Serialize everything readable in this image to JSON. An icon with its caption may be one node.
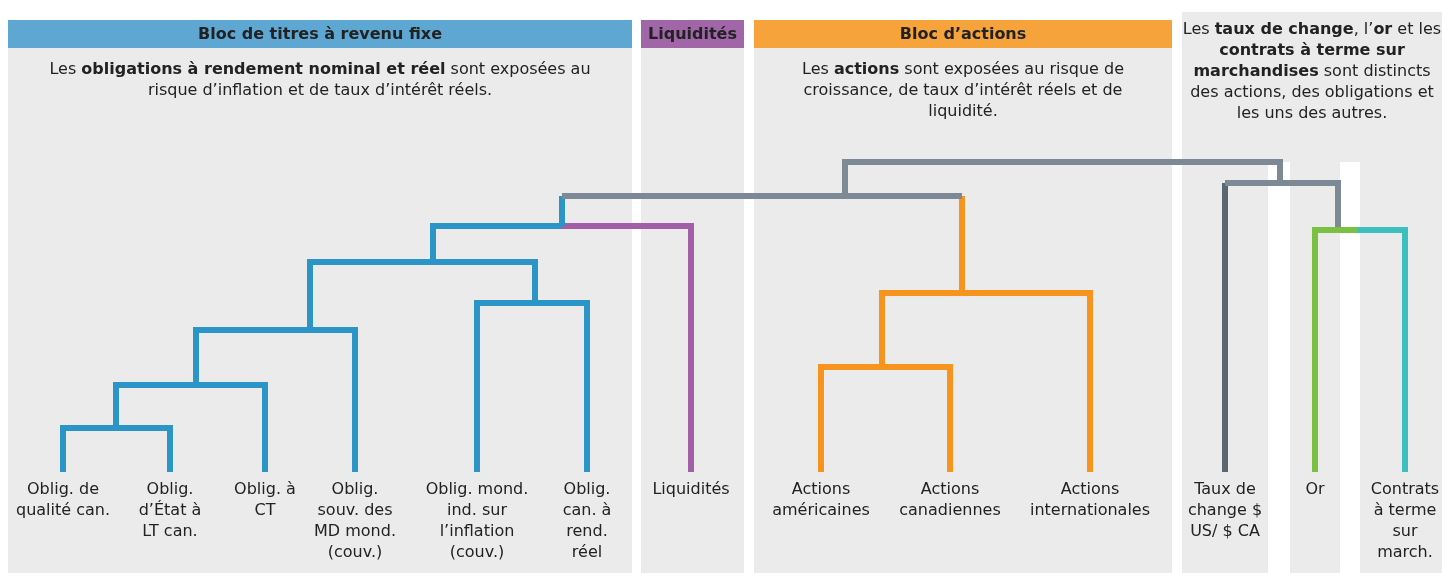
{
  "diagram": {
    "nodes": [
      {
        "text": [
          "Bloc de titres à revenu fixe",
          "Les **obligations à rendement nominal et réel** sont exposées au risque d’inflation et de taux d’intérêt réels."
        ]
      },
      {
        "text": [
          "Liquidités"
        ]
      },
      {
        "text": [
          "Bloc d’actions",
          "Les **actions** sont exposées au risque de croissance, de taux d’intérêt réels et de liquidité."
        ]
      },
      {
        "text": [
          "Les **taux de change**, l’**or** et les **contrats à terme sur marchandises** sont distincts des actions, des obligations et les uns des autres."
        ]
      }
    ],
    "labels": [
      "Oblig. de qualité can.",
      "Oblig. d’État à LT can.",
      "Oblig. à CT",
      "Oblig. souv. des MD mond. (couv.)",
      "Oblig. mond. ind. sur l’inflation (couv.)",
      "Oblig. can. à rend. réel",
      "Liquidités",
      "Actions américaines",
      "Actions canadiennes",
      "Actions internationales",
      "Taux de change $ US/ $ CA",
      "Or",
      "Contrats à terme sur march."
    ]
  }
}
